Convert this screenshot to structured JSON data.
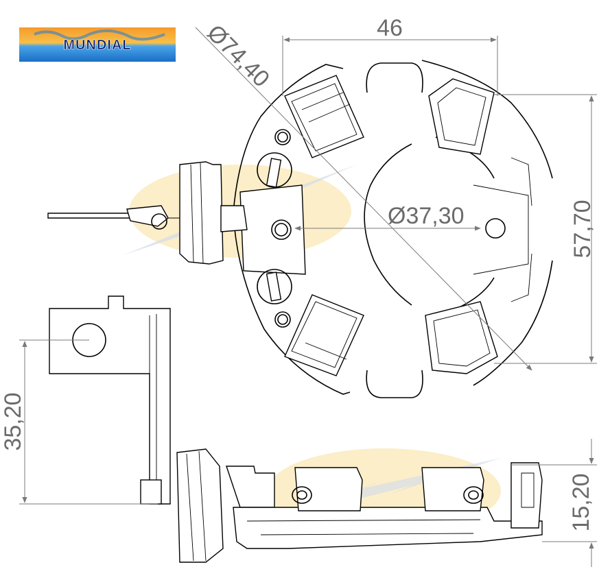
{
  "logo": {
    "text": "MUNDIAL",
    "colors": {
      "background_top": "#f08a1c",
      "background_bottom": "#1f7fd1",
      "text": "#0a1a66"
    }
  },
  "dimensions": {
    "outer_diameter": "Ø74,40",
    "width_top": "46",
    "inner_diameter": "Ø37,30",
    "height_right": "57,70",
    "terminal_height": "35,20",
    "side_height": "15,20"
  },
  "watermark": {
    "colors": {
      "ellipse": "#fbeec8",
      "bolt": "#d7dde8"
    }
  }
}
